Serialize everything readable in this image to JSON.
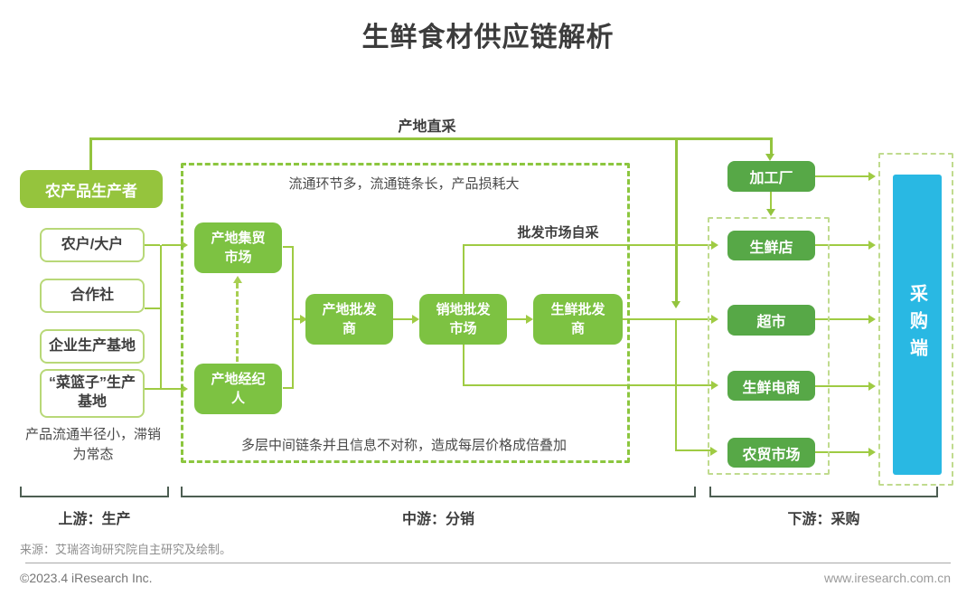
{
  "title": "生鲜食材供应链解析",
  "annotations": {
    "origin_direct": "产地直采",
    "wholesale_self_purchase": "批发市场自采"
  },
  "upstream": {
    "header": "农产品生产者",
    "producers": [
      "农户/大户",
      "合作社",
      "企业生产基地",
      "“菜篮子”生产基地"
    ],
    "note": "产品流通半径小，滞销为常态",
    "bracket": "上游：生产"
  },
  "midstream": {
    "note_top": "流通环节多，流通链条长，产品损耗大",
    "note_bottom": "多层中间链条并且信息不对称，造成每层价格成倍叠加",
    "nodes": {
      "origin_market": "产地集贸市场",
      "origin_broker": "产地经纪人",
      "origin_wholesaler": "产地批发商",
      "dest_wholesale_market": "销地批发市场",
      "fresh_wholesaler": "生鲜批发商"
    },
    "bracket": "中游：分销"
  },
  "downstream": {
    "processor": "加工厂",
    "retailers": [
      "生鲜店",
      "超市",
      "生鲜电商",
      "农贸市场"
    ],
    "buyer": "采购端",
    "bracket": "下游：采购"
  },
  "footer": {
    "source": "来源：艾瑞咨询研究院自主研究及绘制。",
    "copyright": "©2023.4 iResearch Inc.",
    "website": "www.iresearch.com.cn"
  },
  "colors": {
    "line_green": "#9fcb43",
    "header_green": "#95c43d",
    "mid_green": "#7dc242",
    "dark_green": "#57a847",
    "buyer_cyan": "#29b8e3",
    "dashed_bright": "#8cc63f",
    "dashed_light": "#c0db8e",
    "text_dark": "#3e3e3e",
    "bracket_gray": "#4d5e52"
  }
}
